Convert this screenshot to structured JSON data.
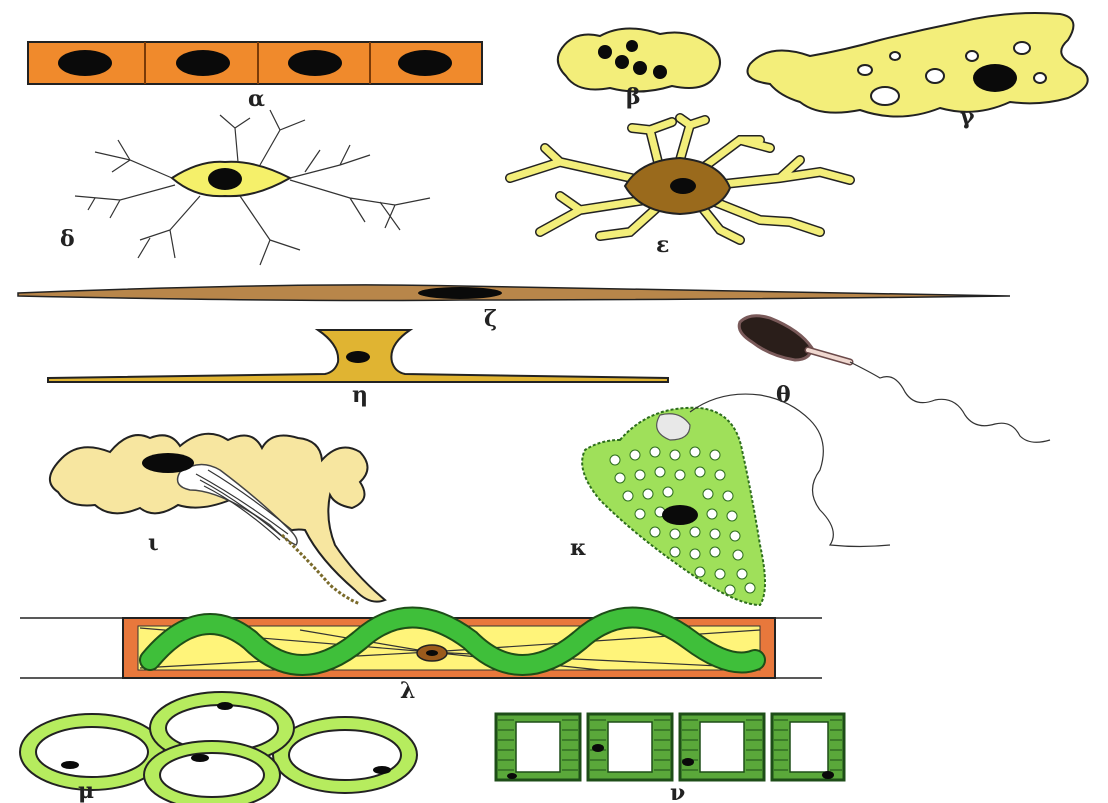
{
  "labels": {
    "alpha": "α",
    "beta": "β",
    "gamma": "γ",
    "delta": "δ",
    "epsilon": "ε",
    "zeta": "ζ",
    "eta": "η",
    "theta": "θ",
    "iota": "ι",
    "kappa": "κ",
    "lambda": "λ",
    "mu": "μ",
    "nu": "ν"
  },
  "colors": {
    "epithelial_orange": "#f08a2c",
    "cell_yellow": "#f3ee7a",
    "pale_yellow": "#f7e6a0",
    "neuron_brown": "#9a6a1c",
    "smooth_muscle": "#b8864a",
    "mustard": "#e0b432",
    "euglena_green": "#9fe05a",
    "spiral_green": "#3fbf3a",
    "ring_green": "#b6ec5e",
    "nucleus": "#0a0a0a"
  }
}
